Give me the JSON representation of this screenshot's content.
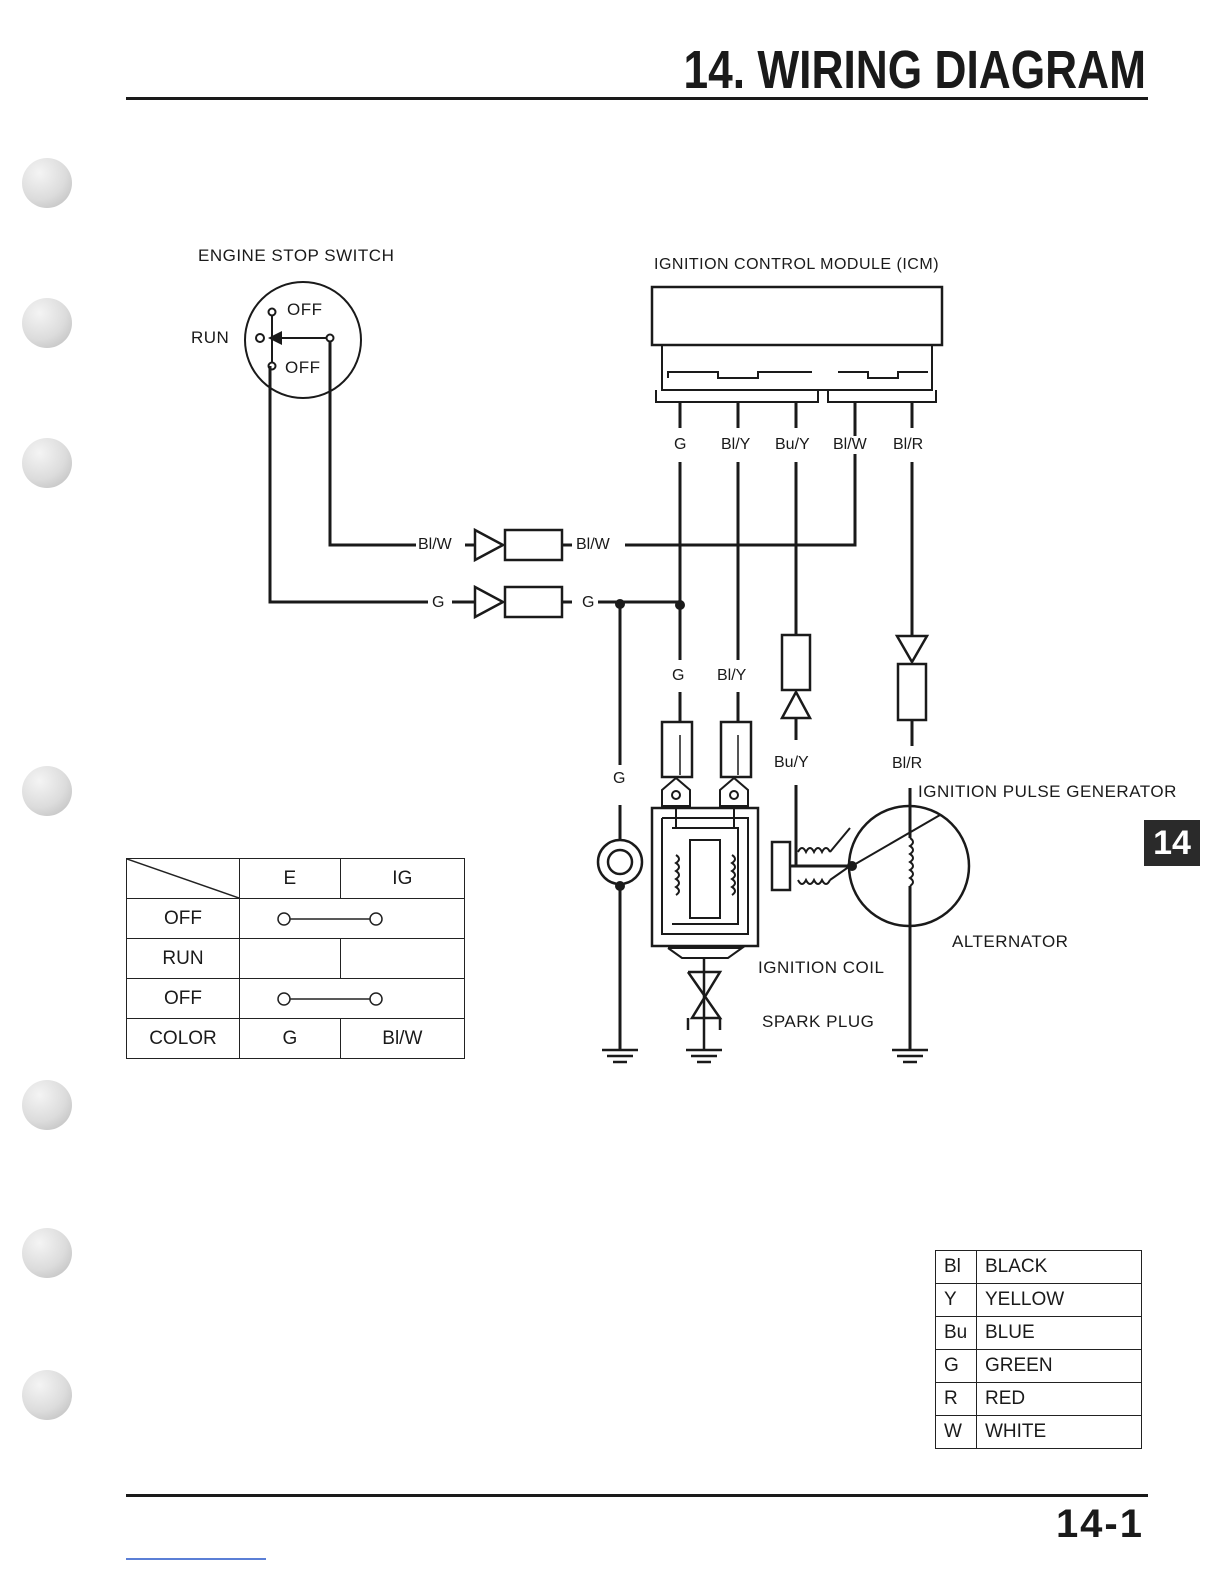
{
  "header": {
    "title": "14. WIRING DIAGRAM"
  },
  "tab_marker": "14",
  "page_number": "14-1",
  "labels": {
    "engine_stop_switch": "ENGINE STOP SWITCH",
    "icm": "IGNITION CONTROL MODULE (ICM)",
    "run": "RUN",
    "off_top": "OFF",
    "off_bottom": "OFF",
    "ignition_pulse_generator": "IGNITION PULSE GENERATOR",
    "alternator": "ALTERNATOR",
    "ignition_coil": "IGNITION COIL",
    "spark_plug": "SPARK PLUG"
  },
  "wire_labels": {
    "icm_terminals": [
      "G",
      "Bl/Y",
      "Bu/Y",
      "Bl/W",
      "Bl/R"
    ],
    "bl_w_left": "Bl/W",
    "bl_w_right": "Bl/W",
    "g_left": "G",
    "g_right": "G",
    "coil_g": "G",
    "coil_bl_y": "Bl/Y",
    "bu_y_lower": "Bu/Y",
    "bl_r_lower": "Bl/R",
    "g_vertical": "G"
  },
  "switch_table": {
    "columns": [
      "",
      "E",
      "IG"
    ],
    "rows": [
      {
        "label": "OFF",
        "connected": true
      },
      {
        "label": "RUN",
        "connected": false
      },
      {
        "label": "OFF",
        "connected": true
      }
    ],
    "color_row": {
      "label": "COLOR",
      "values": [
        "G",
        "Bl/W"
      ]
    }
  },
  "color_legend": [
    {
      "code": "Bl",
      "name": "BLACK"
    },
    {
      "code": "Y",
      "name": "YELLOW"
    },
    {
      "code": "Bu",
      "name": "BLUE"
    },
    {
      "code": "G",
      "name": "GREEN"
    },
    {
      "code": "R",
      "name": "RED"
    },
    {
      "code": "W",
      "name": "WHITE"
    }
  ]
}
